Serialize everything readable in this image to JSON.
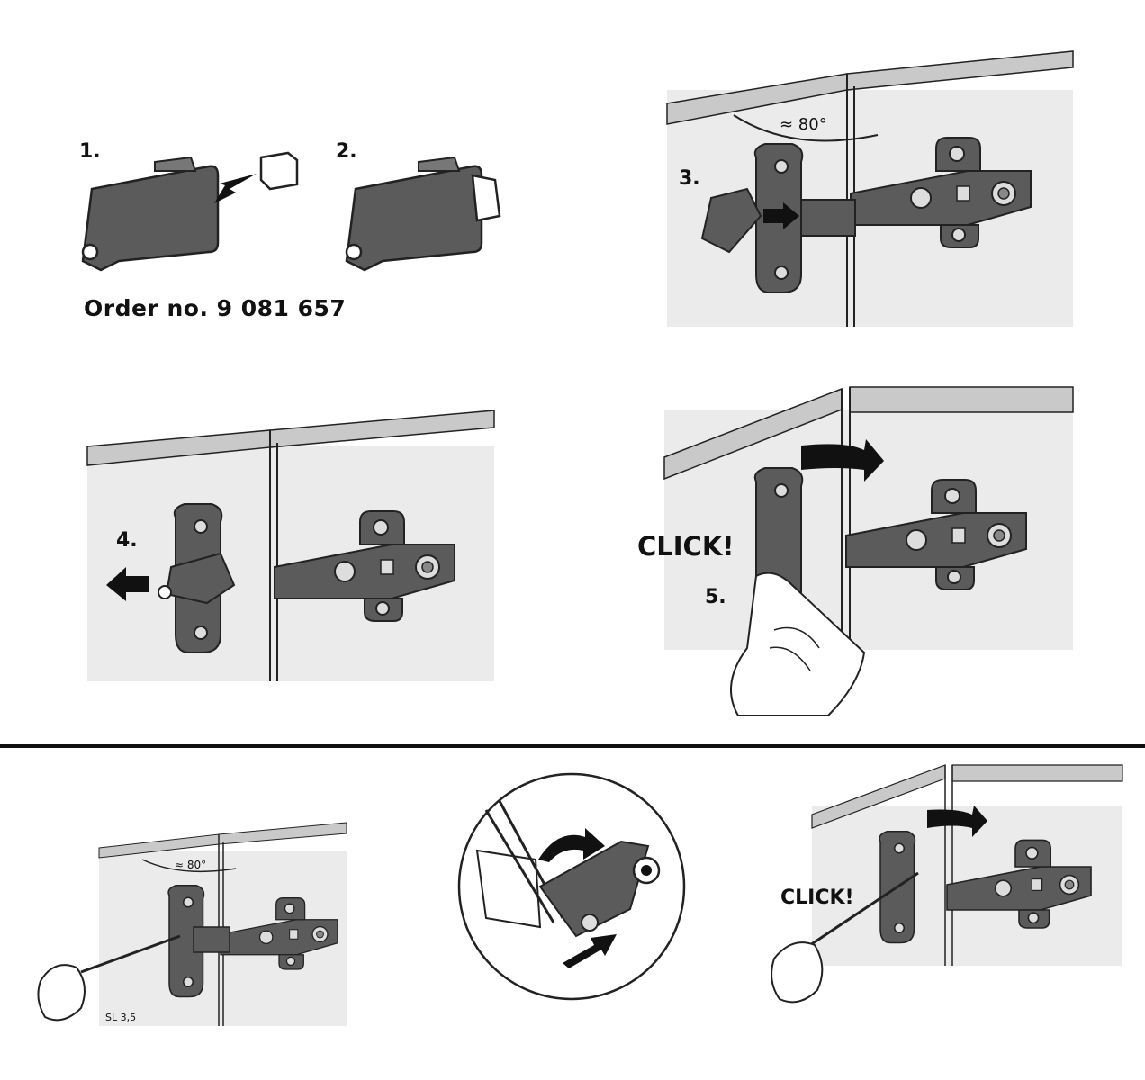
{
  "steps": {
    "s1": "1.",
    "s2": "2.",
    "s3": "3.",
    "s4": "4.",
    "s5": "5."
  },
  "order_number": "Order no. 9 081 657",
  "angle_label": "≈ 80°",
  "click_label": "CLICK!",
  "tool_label": "SL 3,5",
  "colors": {
    "panel_fill": "#ebebeb",
    "cabinet_top": "#c9c9c9",
    "hinge": "#5b5b5b",
    "hinge_dark": "#3a3a3a",
    "arrow": "#111111"
  }
}
